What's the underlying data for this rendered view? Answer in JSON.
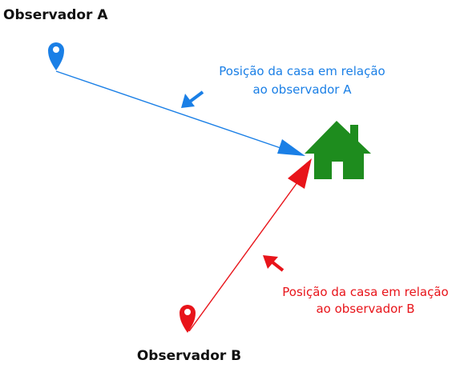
{
  "observer_a": {
    "title": "Observador A",
    "caption_line1": "Posição da casa em relação",
    "caption_line2": "ao observador A",
    "color": "#1a7fe6"
  },
  "observer_b": {
    "title": "Observador B",
    "caption_line1": "Posição da casa em relação",
    "caption_line2": "ao observador B",
    "color": "#e8141a"
  },
  "house": {
    "icon": "house-icon",
    "color": "#1e8c1e"
  }
}
